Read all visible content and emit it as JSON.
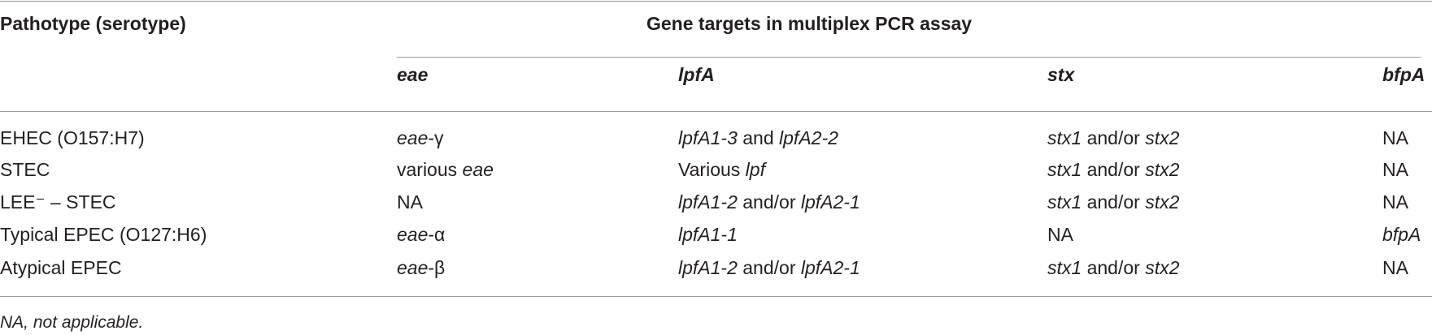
{
  "header": {
    "col0": "Pathotype (serotype)",
    "group": "Gene targets in multiplex PCR assay",
    "genes": [
      "eae",
      "lpfA",
      "stx",
      "bfpA"
    ]
  },
  "rows": [
    {
      "pathotype": "EHEC (O157:H7)",
      "eae": {
        "a": "eae",
        "b": "-γ"
      },
      "lpfA": {
        "a": "lpfA1-3",
        "b": " and ",
        "c": "lpfA2-2"
      },
      "stx": {
        "a": "stx1",
        "b": " and/or ",
        "c": "stx2"
      },
      "bfpA": "NA"
    },
    {
      "pathotype": "STEC",
      "eae": {
        "a": "various ",
        "b": "eae"
      },
      "lpfA": {
        "a": "Various ",
        "b": "lpf"
      },
      "stx": {
        "a": "stx1",
        "b": " and/or ",
        "c": "stx2"
      },
      "bfpA": "NA"
    },
    {
      "pathotype": "LEE⁻ – STEC",
      "eae": "NA",
      "lpfA": {
        "a": "lpfA1-2",
        "b": " and/or ",
        "c": "lpfA2-1"
      },
      "stx": {
        "a": "stx1",
        "b": " and/or ",
        "c": "stx2"
      },
      "bfpA": "NA"
    },
    {
      "pathotype": "Typical EPEC (O127:H6)",
      "eae": {
        "a": "eae",
        "b": "-α"
      },
      "lpfA": "lpfA1-1",
      "stx": "NA",
      "bfpA": "bfpA"
    },
    {
      "pathotype": "Atypical EPEC",
      "eae": {
        "a": "eae",
        "b": "-β"
      },
      "lpfA": {
        "a": "lpfA1-2",
        "b": " and/or ",
        "c": "lpfA2-1"
      },
      "stx": {
        "a": "stx1",
        "b": " and/or ",
        "c": "stx2"
      },
      "bfpA": "NA"
    }
  ],
  "footnote": "NA, not applicable."
}
